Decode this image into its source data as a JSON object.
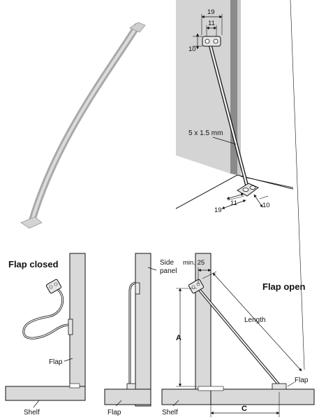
{
  "photo": {
    "icon": "bent-stay-rod-photo"
  },
  "detail": {
    "dim_19_top": "19",
    "dim_11_top": "11",
    "dim_10_top": "10",
    "rod_size": "5 x 1.5 mm",
    "dim_11_bottom": "11",
    "dim_19_bottom": "19",
    "dim_10_bottom": "10"
  },
  "closed": {
    "title": "Flap closed",
    "flap": "Flap",
    "shelf": "Shelf"
  },
  "middle": {
    "side_panel": "Side\npanel",
    "flap": "Flap"
  },
  "open": {
    "title": "Flap open",
    "min": "min. 25",
    "length": "Length",
    "A": "A",
    "flap": "Flap",
    "shelf": "Shelf",
    "C": "C"
  }
}
